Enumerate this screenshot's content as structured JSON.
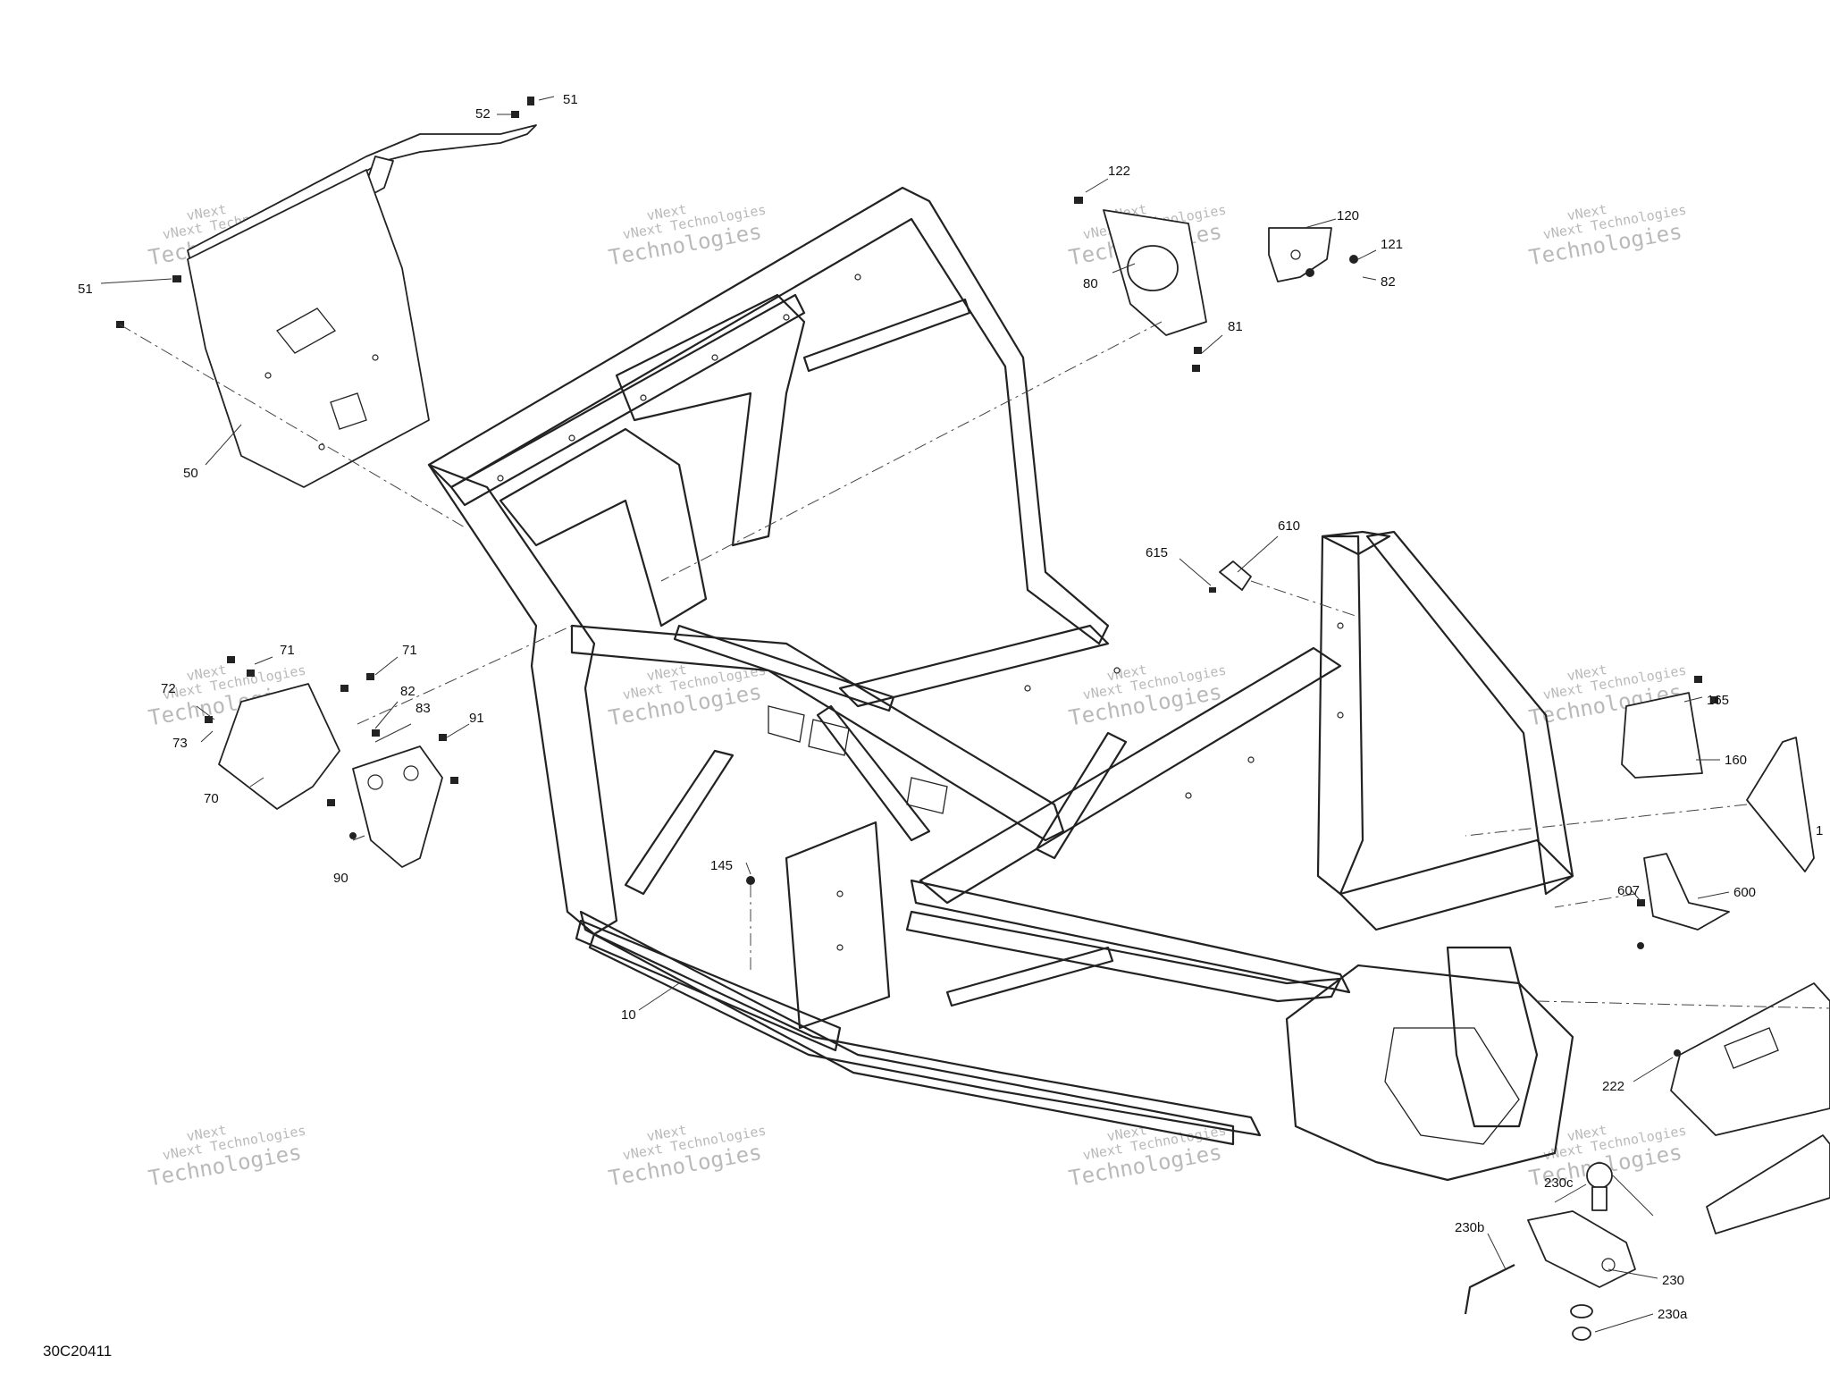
{
  "drawing_code": "30C20411",
  "watermark": {
    "line1": "vNext Technologies",
    "line2": "Technologies",
    "tag": "vNext"
  },
  "watermark_positions": [
    {
      "id": "wm-1"
    },
    {
      "id": "wm-2"
    },
    {
      "id": "wm-3"
    },
    {
      "id": "wm-4"
    },
    {
      "id": "wm-5"
    },
    {
      "id": "wm-6"
    },
    {
      "id": "wm-7"
    },
    {
      "id": "wm-8"
    },
    {
      "id": "wm-9"
    },
    {
      "id": "wm-10"
    },
    {
      "id": "wm-11"
    },
    {
      "id": "wm-12"
    }
  ],
  "callouts": {
    "c51a": "51",
    "c52": "52",
    "c51b": "51",
    "c50": "50",
    "c122": "122",
    "c120": "120",
    "c121": "121",
    "c82a": "82",
    "c80": "80",
    "c81": "81",
    "c610": "610",
    "c615": "615",
    "c71a": "71",
    "c71b": "71",
    "c72": "72",
    "c73": "73",
    "c82b": "82",
    "c83": "83",
    "c91": "91",
    "c70": "70",
    "c90": "90",
    "c145": "145",
    "c10": "10",
    "c165": "165",
    "c160": "160",
    "c1": "1",
    "c607": "607",
    "c600": "600",
    "c222": "222",
    "c230c": "230c",
    "c230": "230",
    "c230b": "230b",
    "c230a": "230a"
  },
  "icons": [
    "bolt-icon",
    "nut-icon",
    "bracket-icon"
  ]
}
